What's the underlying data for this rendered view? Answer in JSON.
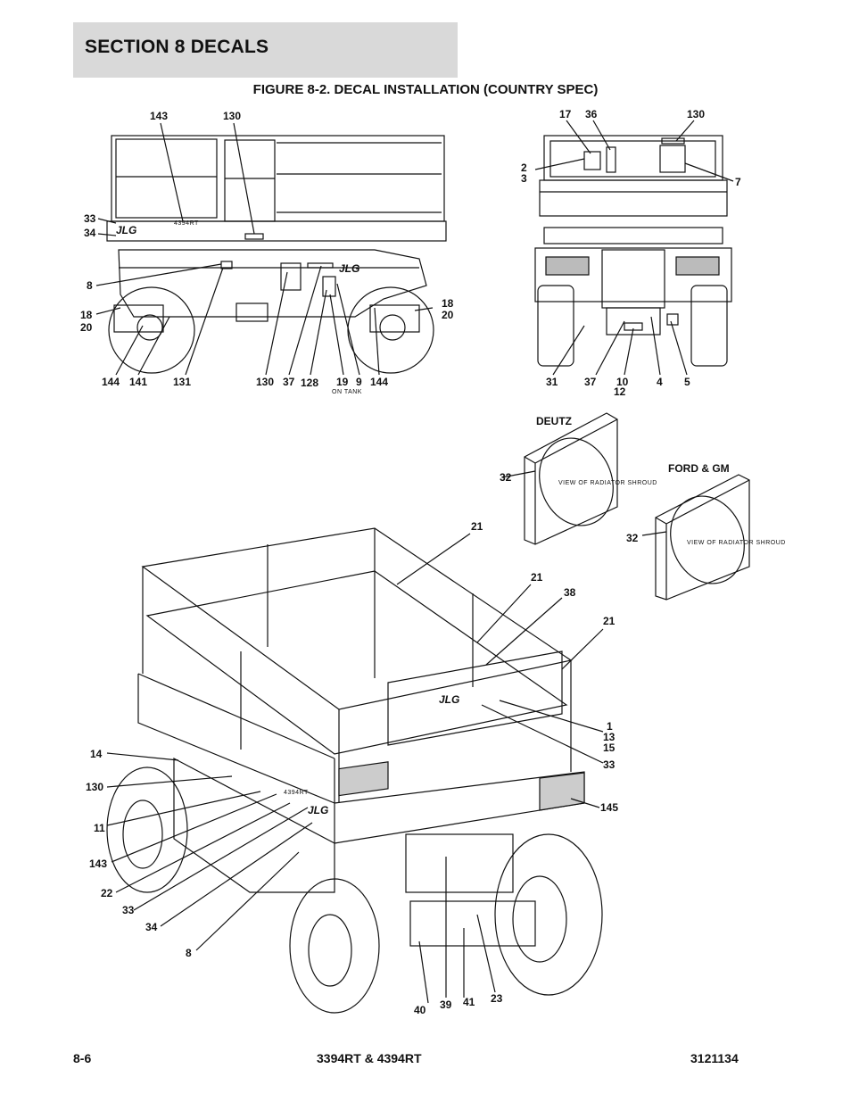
{
  "header": {
    "section_title": "SECTION 8   DECALS"
  },
  "figure": {
    "title": "FIGURE 8-2. DECAL INSTALLATION (COUNTRY SPEC)"
  },
  "footer": {
    "page_number": "8-6",
    "model": "3394RT & 4394RT",
    "doc_number": "3121134"
  },
  "top_left_view": {
    "callouts": [
      "143",
      "130",
      "33",
      "34",
      "8",
      "18",
      "20",
      "18",
      "20",
      "144",
      "141",
      "131",
      "130",
      "37",
      "128",
      "19",
      "9",
      "144"
    ],
    "note": "ON TANK"
  },
  "top_right_view": {
    "callouts": [
      "17",
      "36",
      "130",
      "2",
      "3",
      "7",
      "31",
      "37",
      "10",
      "12",
      "4",
      "5"
    ]
  },
  "deutz_shroud": {
    "label": "DEUTZ",
    "callout": "32",
    "text": "VIEW OF RADIATOR SHROUD"
  },
  "ford_shroud": {
    "label": "FORD & GM",
    "callout": "32",
    "text": "VIEW OF RADIATOR SHROUD"
  },
  "iso_view": {
    "callouts": [
      "21",
      "21",
      "38",
      "21",
      "1",
      "13",
      "15",
      "33",
      "145",
      "14",
      "130",
      "11",
      "143",
      "22",
      "33",
      "34",
      "8",
      "40",
      "39",
      "41",
      "23"
    ]
  },
  "brand": {
    "logo_text": "JLG",
    "model_decal": "4394RT"
  }
}
